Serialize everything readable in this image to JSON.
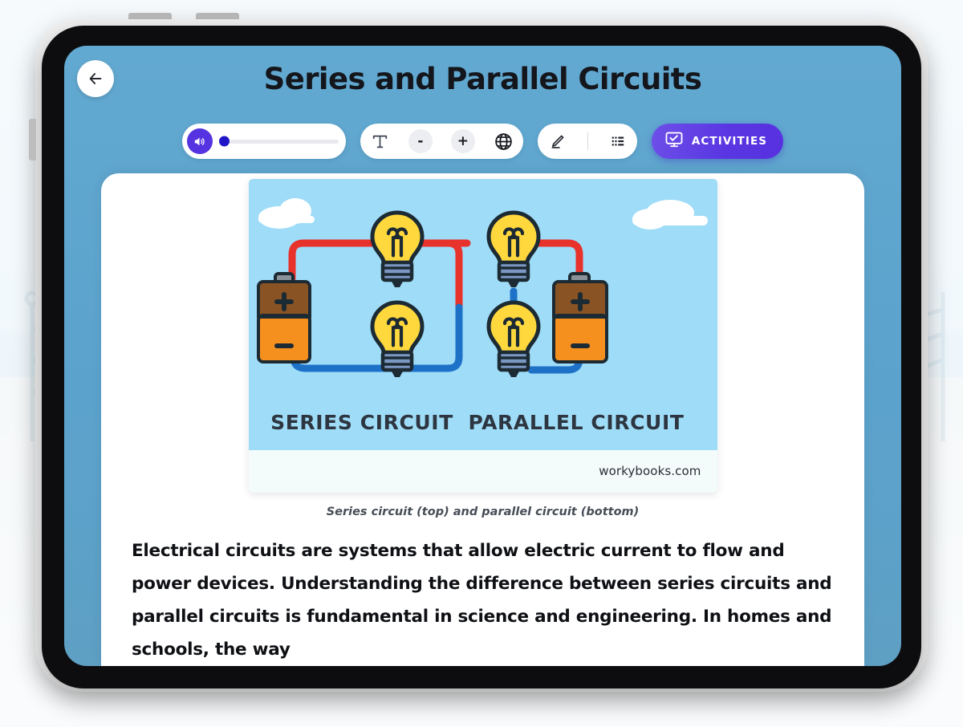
{
  "device": {
    "type": "tablet",
    "buttons": [
      "volume-up",
      "volume-down",
      "side-power"
    ]
  },
  "header": {
    "back_icon": "arrow-left-icon",
    "title": "Series and Parallel Circuits"
  },
  "toolbar": {
    "audio": {
      "speaker_icon": "speaker-volume-icon",
      "slider_value": 0,
      "slider_min": 0,
      "slider_max": 100
    },
    "text_size": {
      "text_icon": "text-format-icon",
      "decrease_label": "-",
      "increase_label": "+",
      "language_icon": "globe-icon"
    },
    "tools": {
      "draw_icon": "pencil-edit-icon",
      "list_icon": "list-view-icon"
    },
    "activities": {
      "icon": "monitor-check-icon",
      "label": "ACTIVITIES",
      "color": "#5a37e2"
    }
  },
  "content": {
    "figure": {
      "alt": "Circuit diagram comparing series and parallel circuits",
      "background_color": "#9fdcf8",
      "series_label": "SERIES CIRCUIT",
      "parallel_label": "PARALLEL CIRCUIT",
      "credit": "workybooks.com",
      "colors": {
        "wire_positive": "#e8322c",
        "wire_negative": "#1d72c8",
        "bulb_glass": "#ffd83d",
        "bulb_base": "#7b98c4",
        "battery_top": "#8a5323",
        "battery_bottom": "#f5901f",
        "outline": "#1c2a33",
        "cloud": "#ffffff"
      }
    },
    "caption": "Series circuit (top) and parallel circuit (bottom)",
    "paragraph": "Electrical circuits are systems that allow electric current to flow and power devices. Understanding the difference between series circuits and parallel circuits is fundamental in science and engineering. In homes and schools, the way"
  },
  "theme": {
    "screen_background": "#5ba3cd",
    "accent": "#5633e0",
    "card_background": "#ffffff"
  }
}
